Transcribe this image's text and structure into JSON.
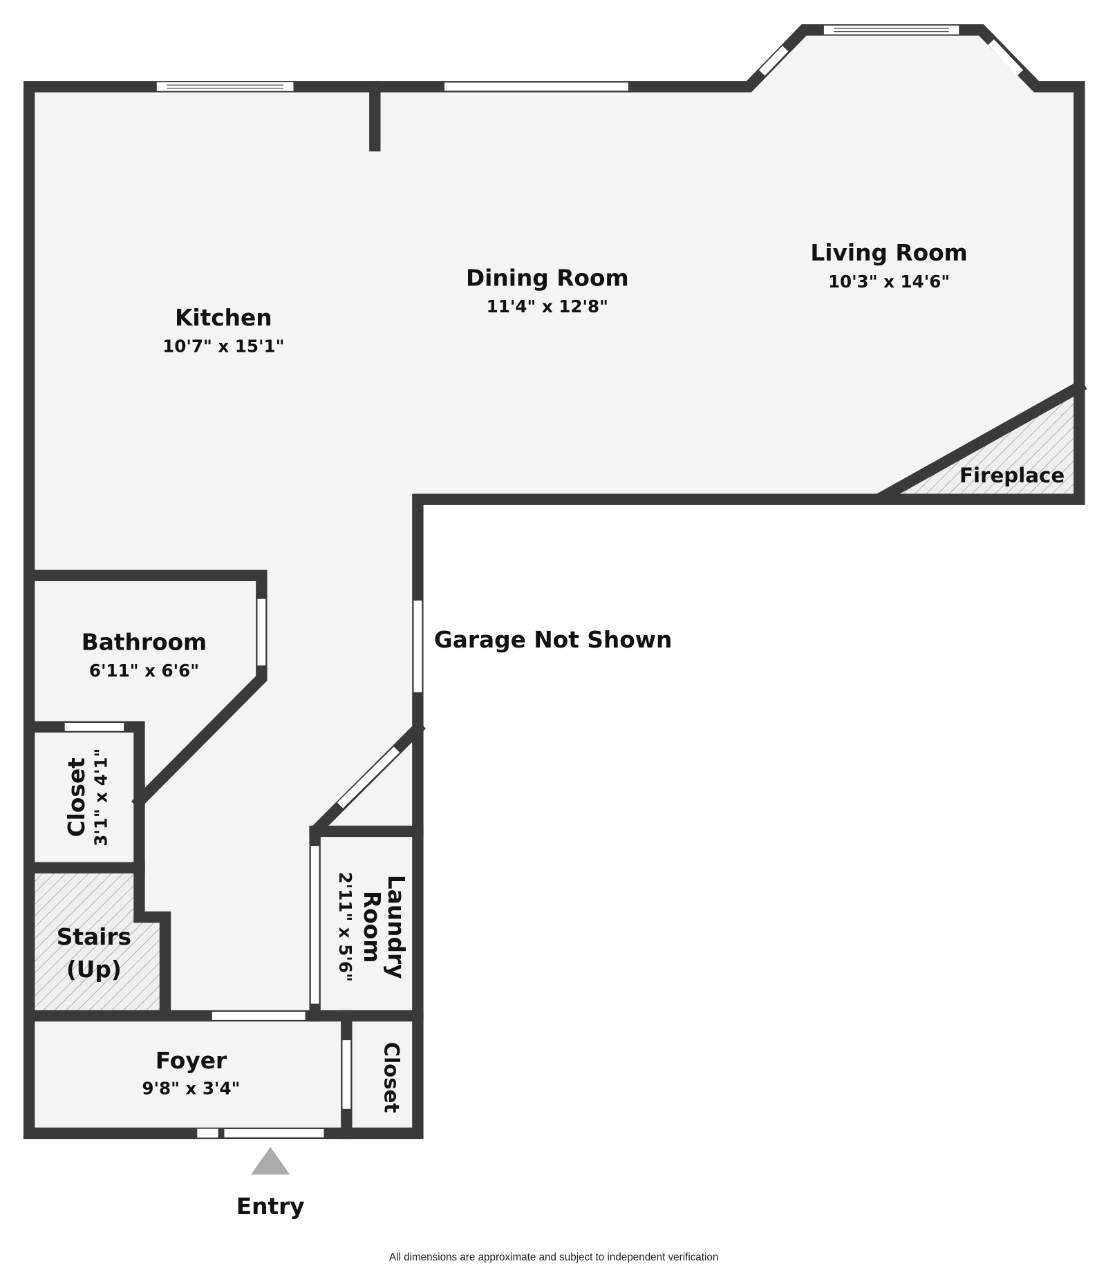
{
  "rooms": {
    "kitchen": {
      "name": "Kitchen",
      "dims": "10'7\" x 15'1\""
    },
    "dining": {
      "name": "Dining Room",
      "dims": "11'4\" x 12'8\""
    },
    "living": {
      "name": "Living Room",
      "dims": "10'3\" x 14'6\""
    },
    "fireplace": {
      "name": "Fireplace"
    },
    "bathroom": {
      "name": "Bathroom",
      "dims": "6'11\" x 6'6\""
    },
    "closet1": {
      "name": "Closet",
      "dims": "3'1\" x 4'1\""
    },
    "stairs": {
      "name": "Stairs",
      "sub": "(Up)"
    },
    "laundry": {
      "name1": "Laundry",
      "name2": "Room",
      "dims": "2'11\" x 5'6\""
    },
    "foyer": {
      "name": "Foyer",
      "dims": "9'8\" x 3'4\""
    },
    "closet2": {
      "name": "Closet"
    }
  },
  "garage_note": "Garage Not Shown",
  "entry_label": "Entry",
  "disclaimer": "All dimensions are approximate and subject to independent verification",
  "colors": {
    "wall": "#3a3a3a",
    "floor": "#f4f4f4",
    "entry_arrow": "#aaaaaa"
  }
}
